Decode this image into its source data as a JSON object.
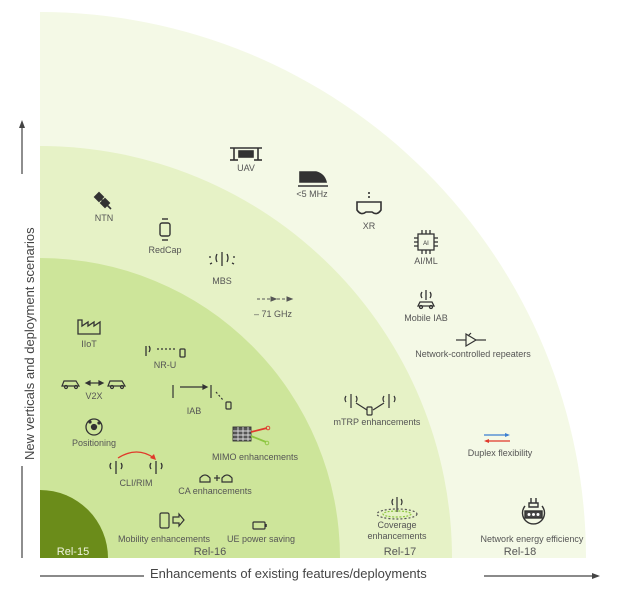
{
  "axes": {
    "x_label": "Enhancements of existing features/deployments",
    "y_label": "New verticals and deployment scenarios"
  },
  "releases": [
    "Rel-15",
    "Rel-16",
    "Rel-17",
    "Rel-18"
  ],
  "colors": {
    "rel15": "#6b8c1a",
    "rel16": "#cde59a",
    "rel17": "#e6f2c6",
    "rel18": "#f4f9e6",
    "ink": "#333333",
    "red": "#e0392b",
    "blue": "#3b7fd1",
    "green_dot": "#8dc63f"
  },
  "features": {
    "uav": "UAV",
    "lt5mhz": "<5 MHz",
    "xr": "XR",
    "ntn": "NTN",
    "redcap": "RedCap",
    "aiml": "AI/ML",
    "mbs": "MBS",
    "ghz71": "– 71 GHz",
    "mobile_iab": "Mobile IAB",
    "iiot": "IIoT",
    "nru": "NR-U",
    "ncr": "Network-controlled repeaters",
    "v2x": "V2X",
    "iab": "IAB",
    "mtrp": "mTRP enhancements",
    "positioning": "Positioning",
    "mimo": "MIMO enhancements",
    "duplex": "Duplex flexibility",
    "cli": "CLI/RIM",
    "ca": "CA enhancements",
    "coverage": "Coverage\nenhancements",
    "energy": "Network energy efficiency",
    "mobility": "Mobility enhancements",
    "ue_power": "UE power saving"
  },
  "icons": {
    "uav": "drone-icon",
    "lt5mhz": "train-icon",
    "xr": "vr-headset-icon",
    "ntn": "satellite-icon",
    "redcap": "smartwatch-icon",
    "aiml": "ai-chip-icon",
    "mbs": "broadcast-antenna-icon",
    "ghz71": "arrow-range-icon",
    "mobile_iab": "vehicle-antenna-icon",
    "iiot": "factory-icon",
    "nru": "antenna-phone-icon",
    "ncr": "repeater-icon",
    "v2x": "cars-icon",
    "iab": "antenna-relay-icon",
    "mtrp": "multi-antenna-icon",
    "positioning": "location-icon",
    "mimo": "antenna-array-icon",
    "duplex": "duplex-arrows-icon",
    "cli": "interference-antenna-icon",
    "ca": "carrier-aggregation-icon",
    "coverage": "coverage-antenna-icon",
    "energy": "energy-plug-icon",
    "mobility": "mobility-phone-icon",
    "ue_power": "battery-icon"
  }
}
